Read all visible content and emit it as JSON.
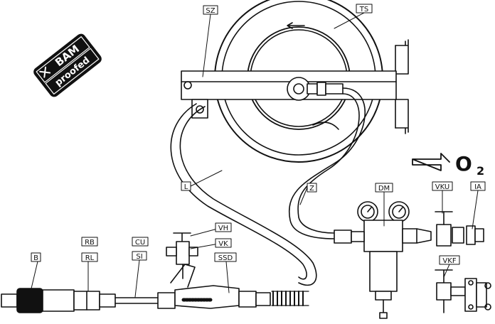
{
  "labels": {
    "sz": "SZ",
    "ts": "TS",
    "l": "L",
    "z": "Z",
    "dm": "DM",
    "vku": "VKU",
    "ia": "IA",
    "vkf": "VKF",
    "vh": "VH",
    "vk": "VK",
    "ssd": "SSD",
    "rb": "RB",
    "rl": "RL",
    "cu": "CU",
    "si": "SI",
    "b": "B"
  },
  "inlet": {
    "gas": "O",
    "subscript": "2"
  },
  "badge": {
    "line1": "BAM",
    "line2": "proofed"
  }
}
